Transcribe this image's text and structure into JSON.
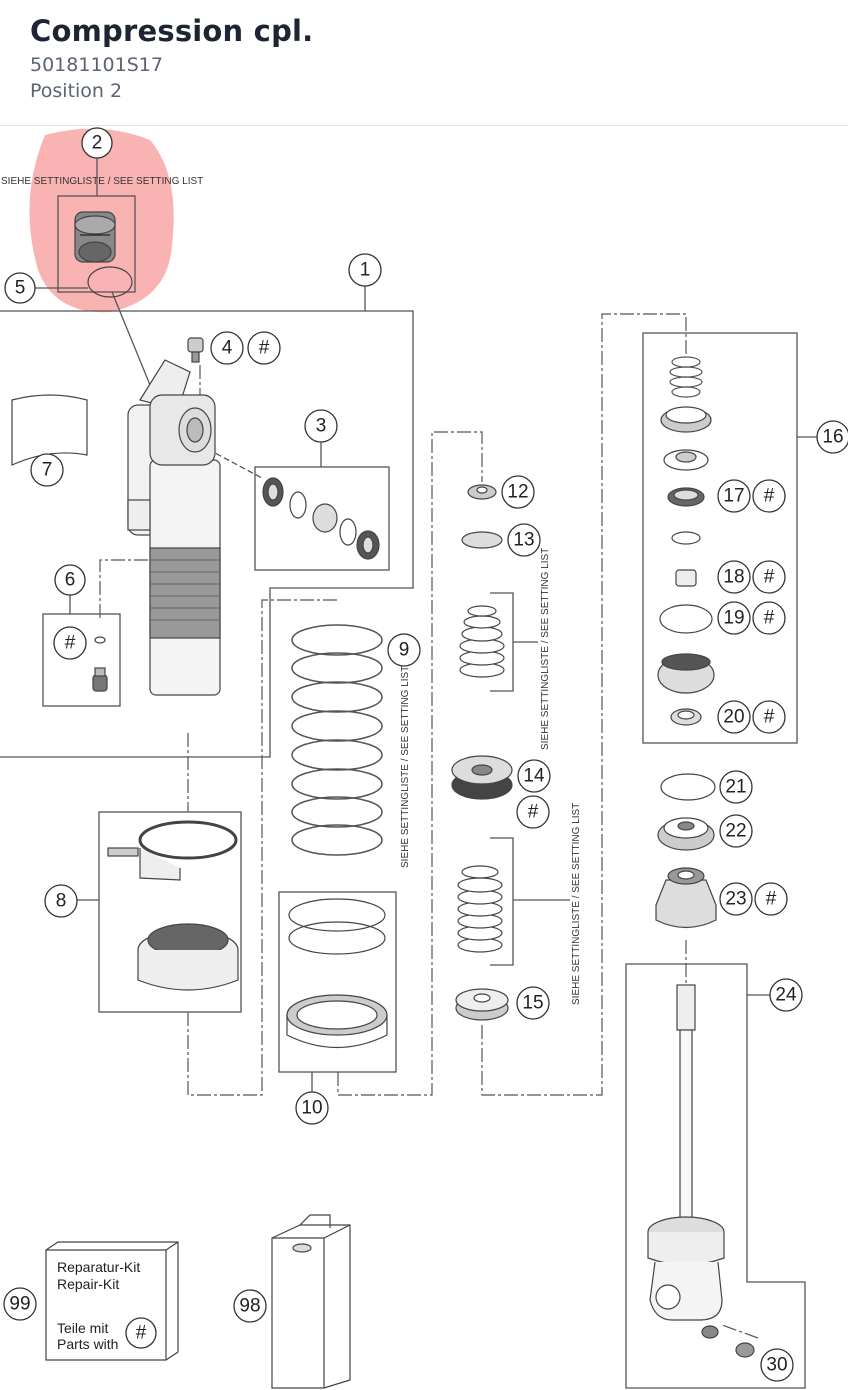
{
  "header": {
    "title": "Compression cpl.",
    "part_number": "50181101S17",
    "position": "Position 2"
  },
  "diagram": {
    "setting_note": "SIEHE SETTINGLISTE / SEE SETTING LIST",
    "hash_symbol": "#",
    "highlight_color": "#f8a6a6",
    "callouts": {
      "c1": "1",
      "c2": "2",
      "c3": "3",
      "c4": "4",
      "c5": "5",
      "c6": "6",
      "c7": "7",
      "c8": "8",
      "c9": "9",
      "c10": "10",
      "c12": "12",
      "c13": "13",
      "c14": "14",
      "c15": "15",
      "c16": "16",
      "c17": "17",
      "c18": "18",
      "c19": "19",
      "c20": "20",
      "c21": "21",
      "c22": "22",
      "c23": "23",
      "c24": "24",
      "c30": "30",
      "c98": "98",
      "c99": "99"
    },
    "repair_kit": {
      "line1": "Reparatur-Kit",
      "line2": "Repair-Kit",
      "line3": "Teile mit",
      "line4": "Parts with"
    }
  }
}
